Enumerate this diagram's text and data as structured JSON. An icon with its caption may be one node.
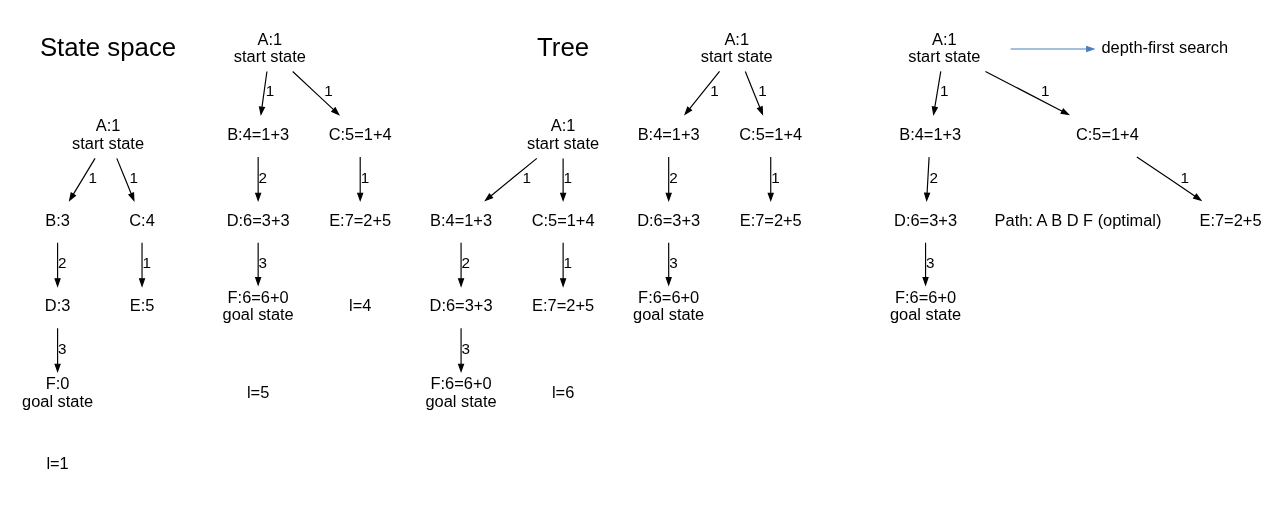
{
  "diagram": {
    "nodes": [
      {
        "text": [
          "A:1",
          "start state"
        ]
      },
      {
        "text": [
          "B:3"
        ]
      },
      {
        "text": [
          "C:4"
        ]
      },
      {
        "text": [
          "D:3"
        ]
      },
      {
        "text": [
          "E:5"
        ]
      },
      {
        "text": [
          "F:0",
          "goal state"
        ]
      },
      {
        "text": [
          "A:1",
          "start state"
        ]
      },
      {
        "text": [
          "B:4=1+3"
        ]
      },
      {
        "text": [
          "C:5=1+4"
        ]
      },
      {
        "text": [
          "D:6=3+3"
        ]
      },
      {
        "text": [
          "E:7=2+5"
        ]
      },
      {
        "text": [
          "F:6=6+0",
          "goal state"
        ]
      },
      {
        "text": [
          "A:1",
          "start state"
        ]
      },
      {
        "text": [
          "B:4=1+3"
        ]
      },
      {
        "text": [
          "C:5=1+4"
        ]
      },
      {
        "text": [
          "D:6=3+3"
        ]
      },
      {
        "text": [
          "E:7=2+5"
        ]
      },
      {
        "text": [
          "F:6=6+0",
          "goal state"
        ]
      },
      {
        "text": [
          "A:1",
          "start state"
        ]
      },
      {
        "text": [
          "B:4=1+3"
        ]
      },
      {
        "text": [
          "C:5=1+4"
        ]
      },
      {
        "text": [
          "D:6=3+3"
        ]
      },
      {
        "text": [
          "E:7=2+5"
        ]
      },
      {
        "text": [
          "F:6=6+0",
          "goal state"
        ]
      },
      {
        "text": [
          "A:1",
          "start state"
        ]
      },
      {
        "text": [
          "B:4=1+3"
        ]
      },
      {
        "text": [
          "C:5=1+4"
        ]
      },
      {
        "text": [
          "D:6=3+3"
        ]
      },
      {
        "text": [
          "E:7=2+5"
        ]
      },
      {
        "text": [
          "F:6=6+0",
          "goal state"
        ]
      }
    ],
    "edges": [
      {
        "from": 0,
        "to": 1,
        "arrow": "to",
        "label": "1"
      },
      {
        "from": 0,
        "to": 2,
        "arrow": "to",
        "label": "1"
      },
      {
        "from": 1,
        "to": 3,
        "arrow": "to",
        "label": "2"
      },
      {
        "from": 2,
        "to": 4,
        "arrow": "to",
        "label": "1"
      },
      {
        "from": 3,
        "to": 5,
        "arrow": "to",
        "label": "3"
      },
      {
        "from": 6,
        "to": 7,
        "arrow": "to",
        "label": "1"
      },
      {
        "from": 6,
        "to": 8,
        "arrow": "to",
        "label": "1"
      },
      {
        "from": 7,
        "to": 9,
        "arrow": "to",
        "label": "2"
      },
      {
        "from": 8,
        "to": 10,
        "arrow": "to",
        "label": "1"
      },
      {
        "from": 9,
        "to": 11,
        "arrow": "to",
        "label": "3"
      },
      {
        "from": 12,
        "to": 13,
        "arrow": "to",
        "label": "1"
      },
      {
        "from": 12,
        "to": 14,
        "arrow": "to",
        "label": "1"
      },
      {
        "from": 13,
        "to": 15,
        "arrow": "to",
        "label": "2"
      },
      {
        "from": 14,
        "to": 16,
        "arrow": "to",
        "label": "1"
      },
      {
        "from": 15,
        "to": 17,
        "arrow": "to",
        "label": "3"
      },
      {
        "from": 18,
        "to": 19,
        "arrow": "to",
        "label": "1"
      },
      {
        "from": 18,
        "to": 20,
        "arrow": "to",
        "label": "1"
      },
      {
        "from": 19,
        "to": 21,
        "arrow": "to",
        "label": "2"
      },
      {
        "from": 20,
        "to": 22,
        "arrow": "to",
        "label": "1"
      },
      {
        "from": 21,
        "to": 23,
        "arrow": "to",
        "label": "3"
      },
      {
        "from": 24,
        "to": 25,
        "arrow": "to",
        "label": "1"
      },
      {
        "from": 24,
        "to": 26,
        "arrow": "to",
        "label": "1"
      },
      {
        "from": 25,
        "to": 27,
        "arrow": "to",
        "label": "2"
      },
      {
        "from": 26,
        "to": 28,
        "arrow": "to",
        "label": "1"
      },
      {
        "from": 27,
        "to": 29,
        "arrow": "to",
        "label": "3"
      }
    ],
    "labels": [
      "State space",
      "Tree",
      "l=1",
      "l=4",
      "l=5",
      "l=6",
      "Path: A B D F (optimal)"
    ],
    "legend": [
      {
        "text": "depth-first search"
      }
    ]
  }
}
